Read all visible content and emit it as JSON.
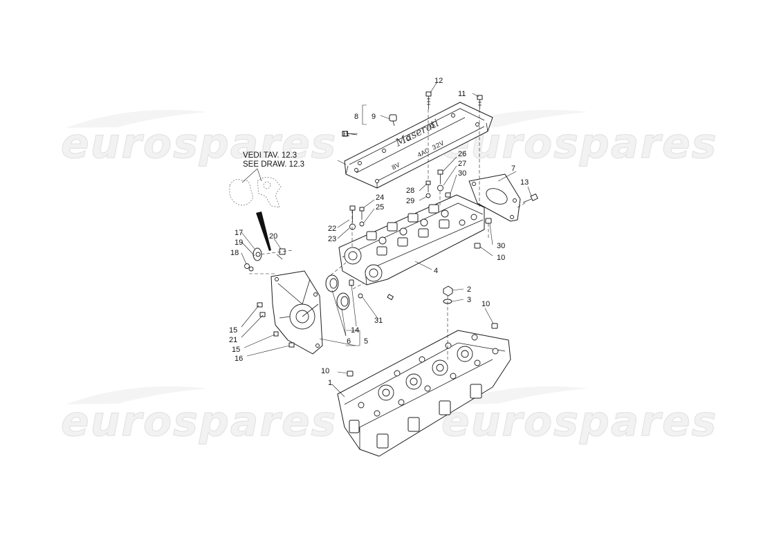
{
  "watermark": {
    "text": "eurospares"
  },
  "reference_note": {
    "line1": "VEDI TAV. 12.3",
    "line2": "SEE DRAW. 12.3"
  },
  "cover_markings": {
    "brand": "Maserati",
    "engine": "4AC 32V",
    "cyl": "8V"
  },
  "callouts": {
    "c1": "1",
    "c2": "2",
    "c3": "3",
    "c4": "4",
    "c5": "5",
    "c6": "6",
    "c7": "7",
    "c8": "8",
    "c9": "9",
    "c10a": "10",
    "c10b": "10",
    "c10c": "10",
    "c11a": "11",
    "c11b": "11",
    "c12": "12",
    "c13": "13",
    "c14": "14",
    "c15a": "15",
    "c15b": "15",
    "c16": "16",
    "c17": "17",
    "c18": "18",
    "c19": "19",
    "c20": "20",
    "c21": "21",
    "c22": "22",
    "c23": "23",
    "c24": "24",
    "c25": "25",
    "c26": "26",
    "c27": "27",
    "c28": "28",
    "c29": "29",
    "c30a": "30",
    "c30b": "30",
    "c31": "31"
  }
}
